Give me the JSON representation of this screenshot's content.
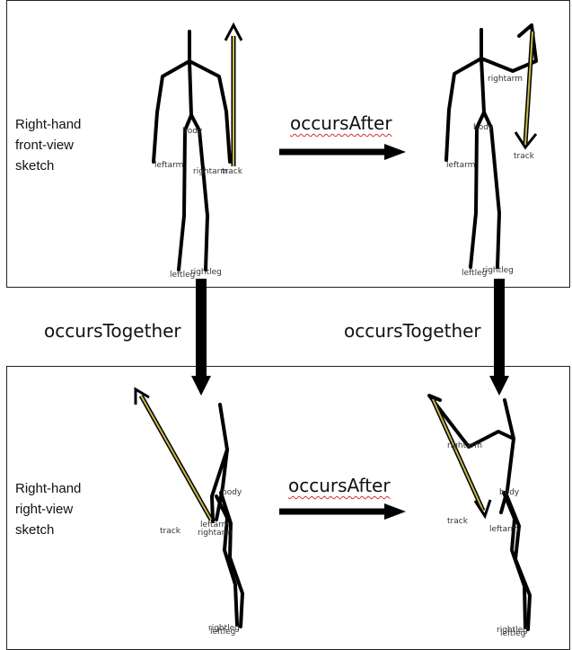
{
  "panels": {
    "top": {
      "caption": "Right-hand\nfront-view\nsketch",
      "relation": "occursAfter"
    },
    "bottom": {
      "caption": "Right-hand\nright-view\nsketch",
      "relation": "occursAfter"
    }
  },
  "vertical_relations": {
    "left": "occursTogether",
    "right": "occursTogether"
  },
  "labels": {
    "body": "body",
    "leftarm": "leftarm",
    "rightarm": "rightarm",
    "track": "track",
    "leftleg": "leftleg",
    "rightleg": "rightleg"
  },
  "colors": {
    "track": "#c8b84a",
    "stroke": "#000000"
  }
}
